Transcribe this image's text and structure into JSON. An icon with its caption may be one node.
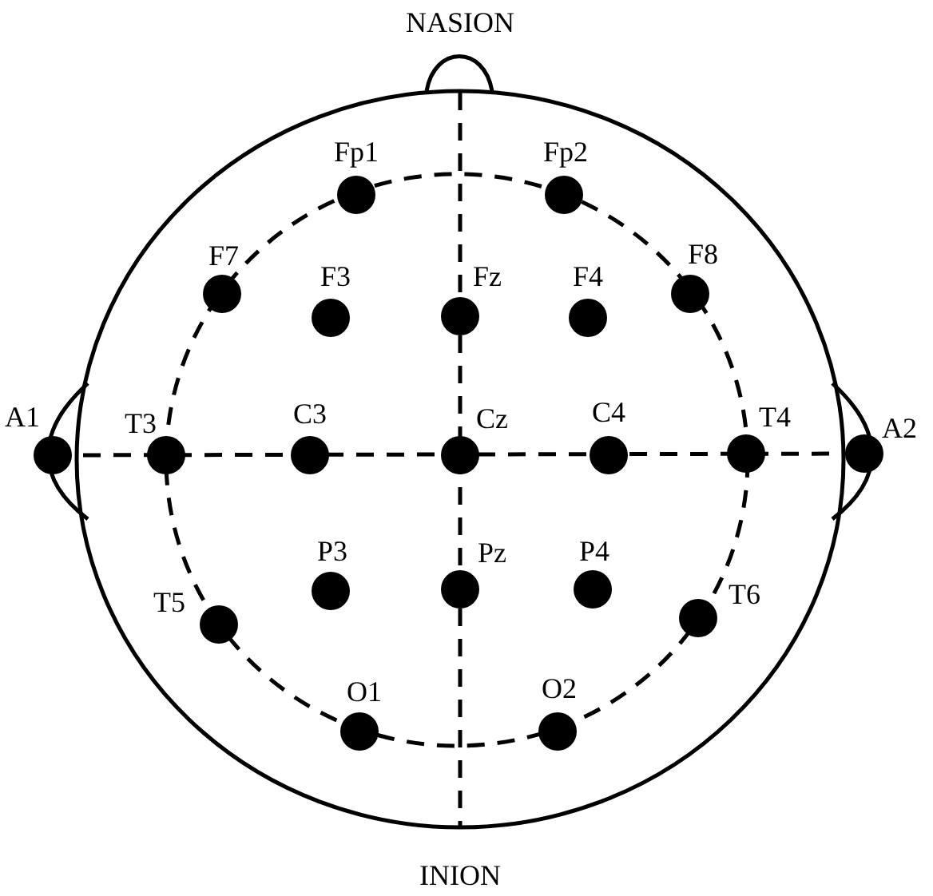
{
  "diagram": {
    "nodes": [
      {
        "text": [
          "Fp1"
        ]
      },
      {
        "text": [
          "Fp2"
        ]
      },
      {
        "text": [
          "F7"
        ]
      },
      {
        "text": [
          "F3"
        ]
      },
      {
        "text": [
          "Fz"
        ]
      },
      {
        "text": [
          "F4"
        ]
      },
      {
        "text": [
          "F8"
        ]
      },
      {
        "text": [
          "A1"
        ]
      },
      {
        "text": [
          "T3"
        ]
      },
      {
        "text": [
          "C3"
        ]
      },
      {
        "text": [
          "Cz"
        ]
      },
      {
        "text": [
          "C4"
        ]
      },
      {
        "text": [
          "T4"
        ]
      },
      {
        "text": [
          "A2"
        ]
      },
      {
        "text": [
          "P3"
        ]
      },
      {
        "text": [
          "Pz"
        ]
      },
      {
        "text": [
          "P4"
        ]
      },
      {
        "text": [
          "T5"
        ]
      },
      {
        "text": [
          "T6"
        ]
      },
      {
        "text": [
          "O1"
        ]
      },
      {
        "text": [
          "O2"
        ]
      }
    ],
    "labels": [
      "NASION",
      "INION"
    ]
  }
}
